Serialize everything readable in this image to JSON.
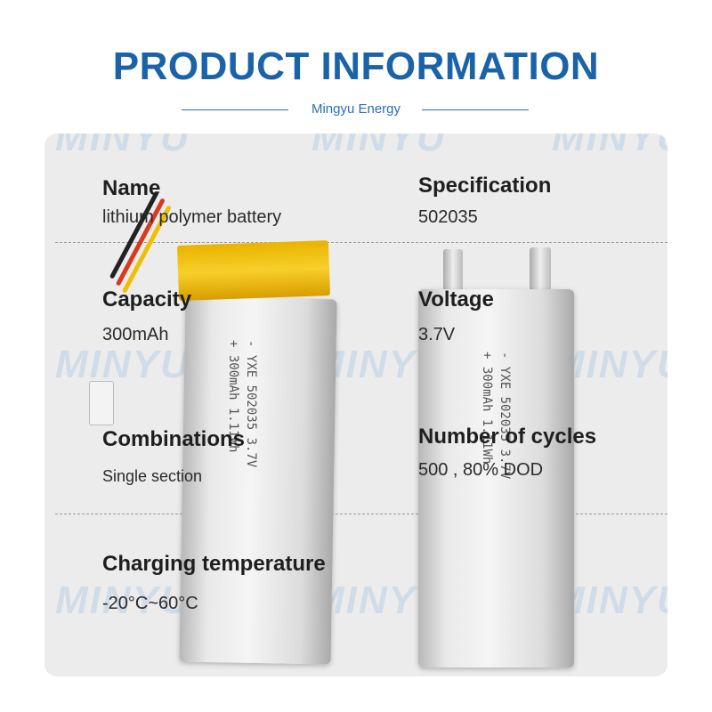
{
  "header": {
    "title": "PRODUCT INFORMATION",
    "subtitle": "Mingyu Energy"
  },
  "watermark": "MINYU",
  "specs": {
    "name": {
      "label": "Name",
      "value": "lithium polymer battery"
    },
    "specification": {
      "label": "Specification",
      "value": "502035"
    },
    "capacity": {
      "label": "Capacity",
      "value": "300mAh"
    },
    "voltage": {
      "label": "Voltage",
      "value": "3.7V"
    },
    "combinations": {
      "label": "Combinations",
      "value": "Single section"
    },
    "cycles": {
      "label": "Number of cycles",
      "value": "500 ,  80% DOD"
    },
    "charging_temperature": {
      "label": "Charging temperature",
      "value": "-20°C~60°C"
    }
  },
  "battery_print": {
    "line1": "- YXE 502035 3.7V",
    "line2": "+ 300mAh 1.11Wh"
  },
  "colors": {
    "brand_blue": "#1a63a8",
    "panel_gray": "#ececec",
    "tape_yellow": "#f7cf2a"
  }
}
